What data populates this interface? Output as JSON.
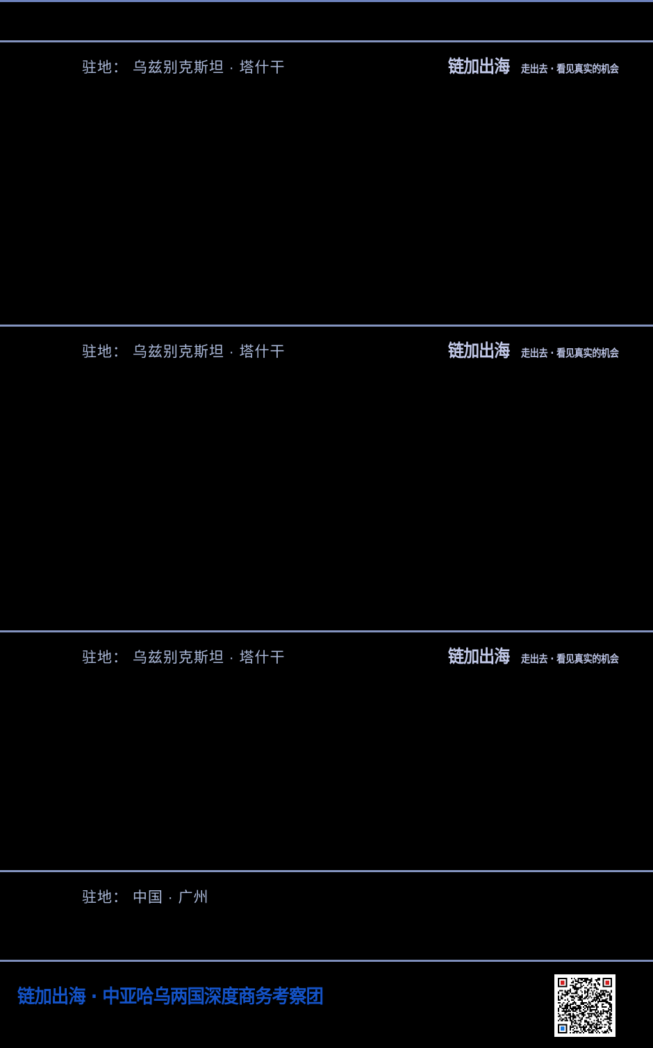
{
  "page": {
    "background_color": "#000000",
    "text_color": "#aab8d8",
    "accent_color": "#8494c0",
    "brand_blue": "#1453c8"
  },
  "brand": {
    "mark": "链加出海",
    "tagline": "走出去 · 看见真实的机会"
  },
  "sections": [
    {
      "id": "day-1",
      "base_label": "驻地：",
      "base_value": "乌兹别克斯坦 · 塔什干",
      "base_full": "驻地： 乌兹别克斯坦 · 塔什干",
      "has_brand": true
    },
    {
      "id": "day-2",
      "base_label": "驻地：",
      "base_value": "乌兹别克斯坦 · 塔什干",
      "base_full": "驻地： 乌兹别克斯坦 · 塔什干",
      "has_brand": true
    },
    {
      "id": "day-3",
      "base_label": "驻地：",
      "base_value": "乌兹别克斯坦 · 塔什干",
      "base_full": "驻地： 乌兹别克斯坦 · 塔什干",
      "has_brand": true
    },
    {
      "id": "day-4",
      "base_label": "驻地：",
      "base_value": "中国 · 广州",
      "base_full": "驻地： 中国 · 广州",
      "has_brand": false
    }
  ],
  "footer": {
    "title": "链加出海 · 中亚哈乌两国深度商务考察团",
    "qr_code": {
      "name": "wechat-qr-code",
      "finder_colors": {
        "top_left": "#d42020",
        "top_right": "#d42020",
        "bottom_left": "#1a7ae0"
      }
    }
  }
}
